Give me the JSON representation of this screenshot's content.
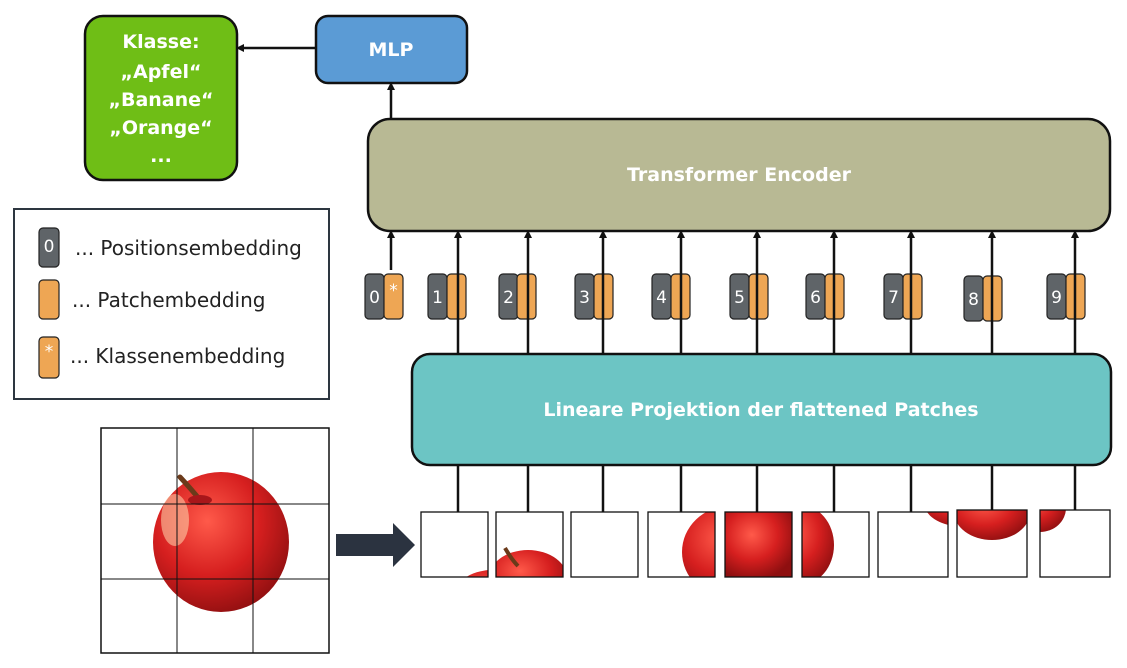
{
  "colors": {
    "class_box": "#6fbe16",
    "mlp_box": "#5b9bd5",
    "encoder_box": "#b8b994",
    "projection_box": "#6cc5c4",
    "position_embedding": "#5f6468",
    "patch_embedding": "#eea654",
    "apple_red": "#d61f1f",
    "arrow_dark": "#2b3340"
  },
  "class_box": {
    "line1": "Klasse:",
    "line2": "„Apfel“",
    "line3": "„Banane“",
    "line4": "„Orange“",
    "line5": "..."
  },
  "mlp": {
    "label": "MLP"
  },
  "encoder": {
    "label": "Transformer Encoder"
  },
  "projection": {
    "label": "Lineare Projektion der flattened Patches"
  },
  "legend": {
    "position_symbol": "0",
    "position_label": "... Positionsembedding",
    "patch_label": "... Patchembedding",
    "class_symbol": "*",
    "class_label": "... Klassenembedding"
  },
  "tokens": [
    "0",
    "1",
    "2",
    "3",
    "4",
    "5",
    "6",
    "7",
    "8",
    "9"
  ],
  "class_token_symbol": "*",
  "icons": [
    "arrow-right-icon",
    "apple-image"
  ]
}
